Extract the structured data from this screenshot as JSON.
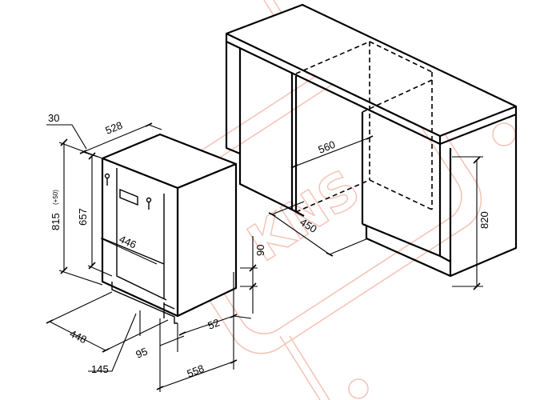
{
  "dimensions": {
    "d30": "30",
    "d528": "528",
    "d815": "815",
    "d815_tol": "(+50)",
    "d657": "657",
    "d446": "446",
    "d448": "448",
    "d145": "145",
    "d95": "95",
    "d558": "558",
    "d52": "52",
    "d90": "90",
    "d560": "560",
    "d450": "450",
    "d820": "820"
  },
  "watermark": {
    "text": "KNS",
    "color": "#f5c4b8"
  },
  "colors": {
    "line": "#000000",
    "background": "#ffffff"
  }
}
